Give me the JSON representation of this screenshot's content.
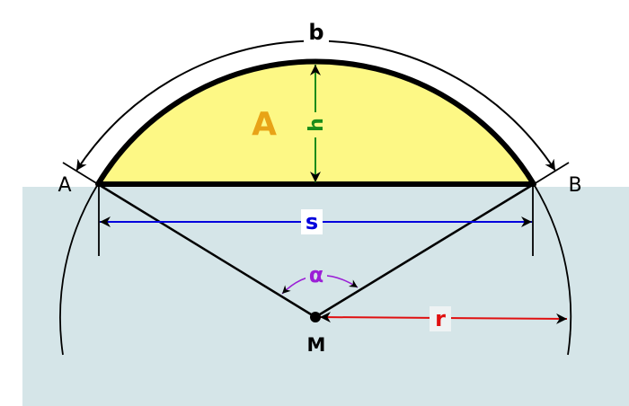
{
  "labels": {
    "arc": "b",
    "area": "A",
    "height": "h",
    "chord": "s",
    "angle": "α",
    "radius": "r",
    "point_a": "A",
    "point_b": "B",
    "center": "M"
  },
  "colors": {
    "background_region": "#d5e5e8",
    "segment_fill": "#fdf885",
    "area_label": "#e8a317",
    "height": "#1a8c1a",
    "chord": "#0000dd",
    "angle": "#9b1fd6",
    "radius": "#e01010"
  }
}
